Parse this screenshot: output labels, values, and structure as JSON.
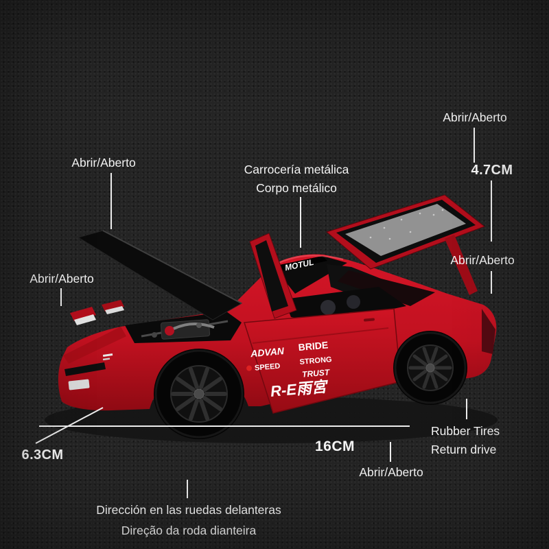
{
  "scene": {
    "background_color": "#242424",
    "line_color": "#ededed"
  },
  "annotations": {
    "hood_open": "Abrir/Aberto",
    "body_material_line1": "Carrocería metálica",
    "body_material_line2": "Corpo metálico",
    "hatch_open": "Abrir/Aberto",
    "hatch_height": "4.7CM",
    "rear_panel_open": "Abrir/Aberto",
    "headlight_open": "Abrir/Aberto",
    "car_width": "6.3CM",
    "car_length": "16CM",
    "tires_line1": "Rubber Tires",
    "tires_line2": "Return drive",
    "door_open": "Abrir/Aberto",
    "steering_line1": "Dirección en las ruedas delanteras",
    "steering_line2": "Direção da roda dianteira"
  },
  "car": {
    "body_color": "#c8111f",
    "decals": {
      "windshield_banner": "MOTUL",
      "advan": "ADVAN",
      "bride": "BRIDE",
      "speed": "SPEED",
      "strong": "STRONG",
      "trust": "TRUST",
      "re_amemiya": "R-E雨宮"
    }
  }
}
